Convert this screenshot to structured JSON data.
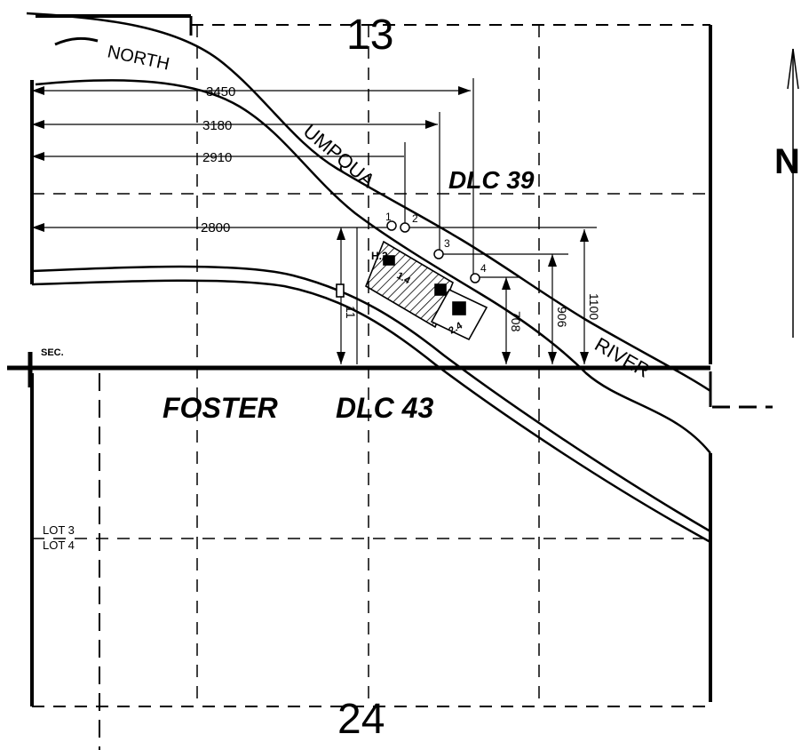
{
  "sections": {
    "top": "13",
    "bottom": "24"
  },
  "north_arrow": {
    "letter": "N"
  },
  "river": {
    "word1": "NORTH",
    "word2": "UMPQUA",
    "word3": "RIVER"
  },
  "claims": {
    "dlc39": "DLC 39",
    "foster": "FOSTER",
    "dlc43": "DLC 43"
  },
  "dimensions": {
    "d3450": "3450",
    "d3180": "3180",
    "d2910": "2910",
    "d2800": "2800",
    "d1100": "1100",
    "d906": "906",
    "d708": "708",
    "d11": "11"
  },
  "points": {
    "p1": "1",
    "p2": "2",
    "p3": "3",
    "p4": "4"
  },
  "lots": {
    "lot3": "LOT 3",
    "lot4": "LOT 4",
    "parcel_a": "1.4",
    "parcel_b": "2.4",
    "parcel_c": "H.2"
  },
  "corner": {
    "label": "SEC."
  },
  "colors": {
    "ink": "#000000",
    "paper": "#ffffff"
  }
}
